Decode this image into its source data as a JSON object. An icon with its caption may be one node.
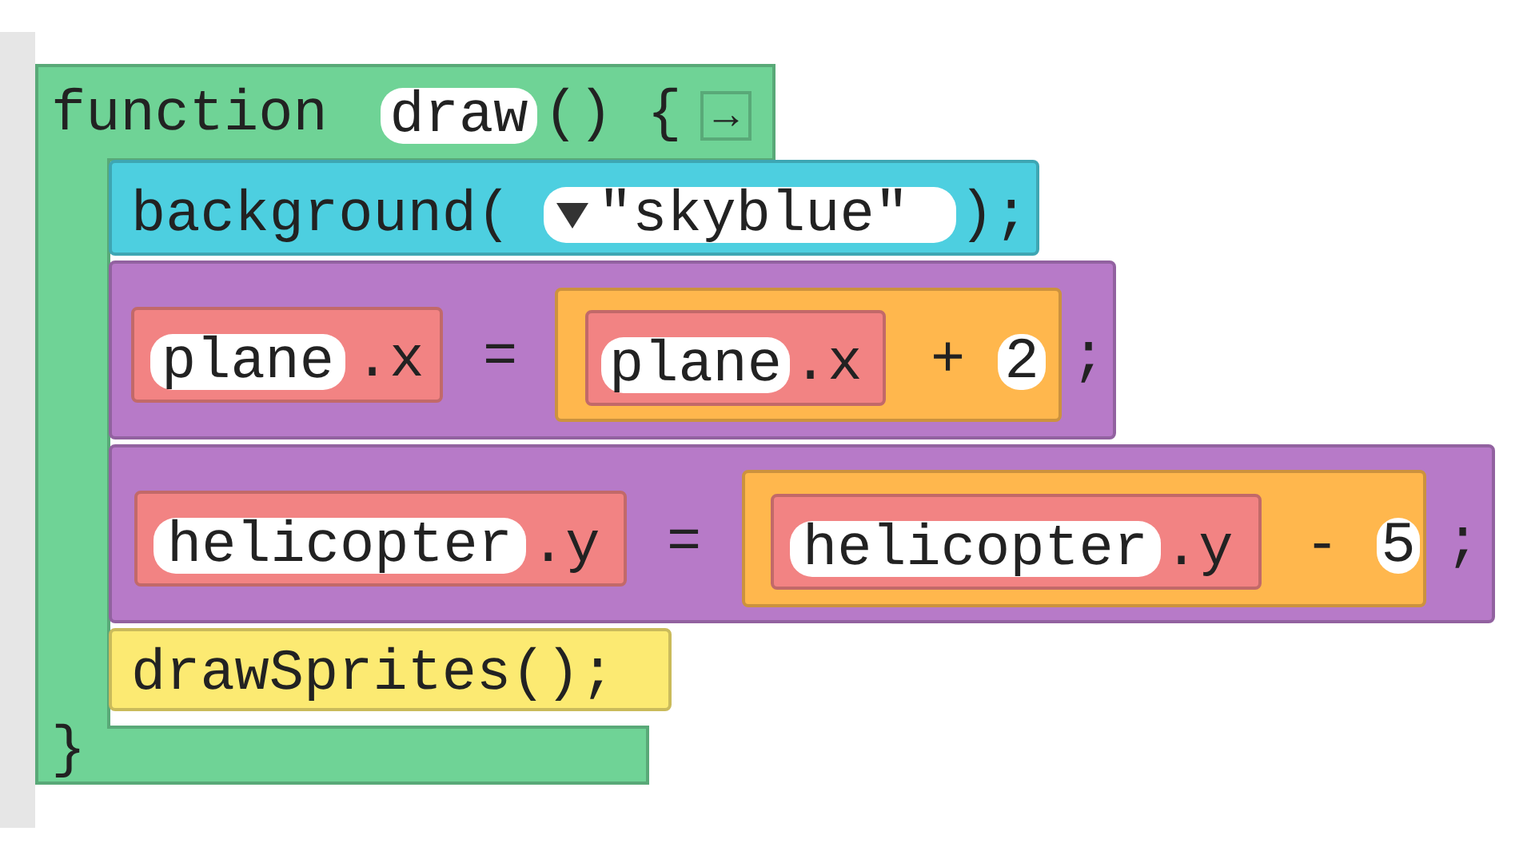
{
  "diagram": {
    "nodes": [
      {
        "text": [
          "function",
          "() {",
          "}"
        ]
      },
      {
        "text": [
          "draw"
        ],
        "in": 0
      },
      {
        "text": [
          "→"
        ],
        "in": 0
      },
      {
        "text": [
          "background(",
          ");"
        ]
      },
      {
        "text": [
          "\"skyblue\""
        ],
        "in": 3
      },
      {
        "text": [
          "=",
          ";"
        ]
      },
      {
        "text": [
          ".x"
        ],
        "in": 5
      },
      {
        "text": [
          "plane"
        ],
        "in": 6
      },
      {
        "text": [
          "+"
        ],
        "in": 5
      },
      {
        "text": [
          ".x"
        ],
        "in": 8
      },
      {
        "text": [
          "plane"
        ],
        "in": 9
      },
      {
        "text": [
          "2"
        ],
        "in": 8
      },
      {
        "text": [
          "=",
          ";"
        ]
      },
      {
        "text": [
          ".y"
        ],
        "in": 12
      },
      {
        "text": [
          "helicopter"
        ],
        "in": 13
      },
      {
        "text": [
          "-"
        ],
        "in": 12
      },
      {
        "text": [
          ".y"
        ],
        "in": 15
      },
      {
        "text": [
          "helicopter"
        ],
        "in": 16
      },
      {
        "text": [
          "5"
        ],
        "in": 15
      },
      {
        "text": [
          "drawSprites();"
        ],
        "in": 0
      },
      {
        "text": [],
        "shape": "bar"
      }
    ]
  }
}
